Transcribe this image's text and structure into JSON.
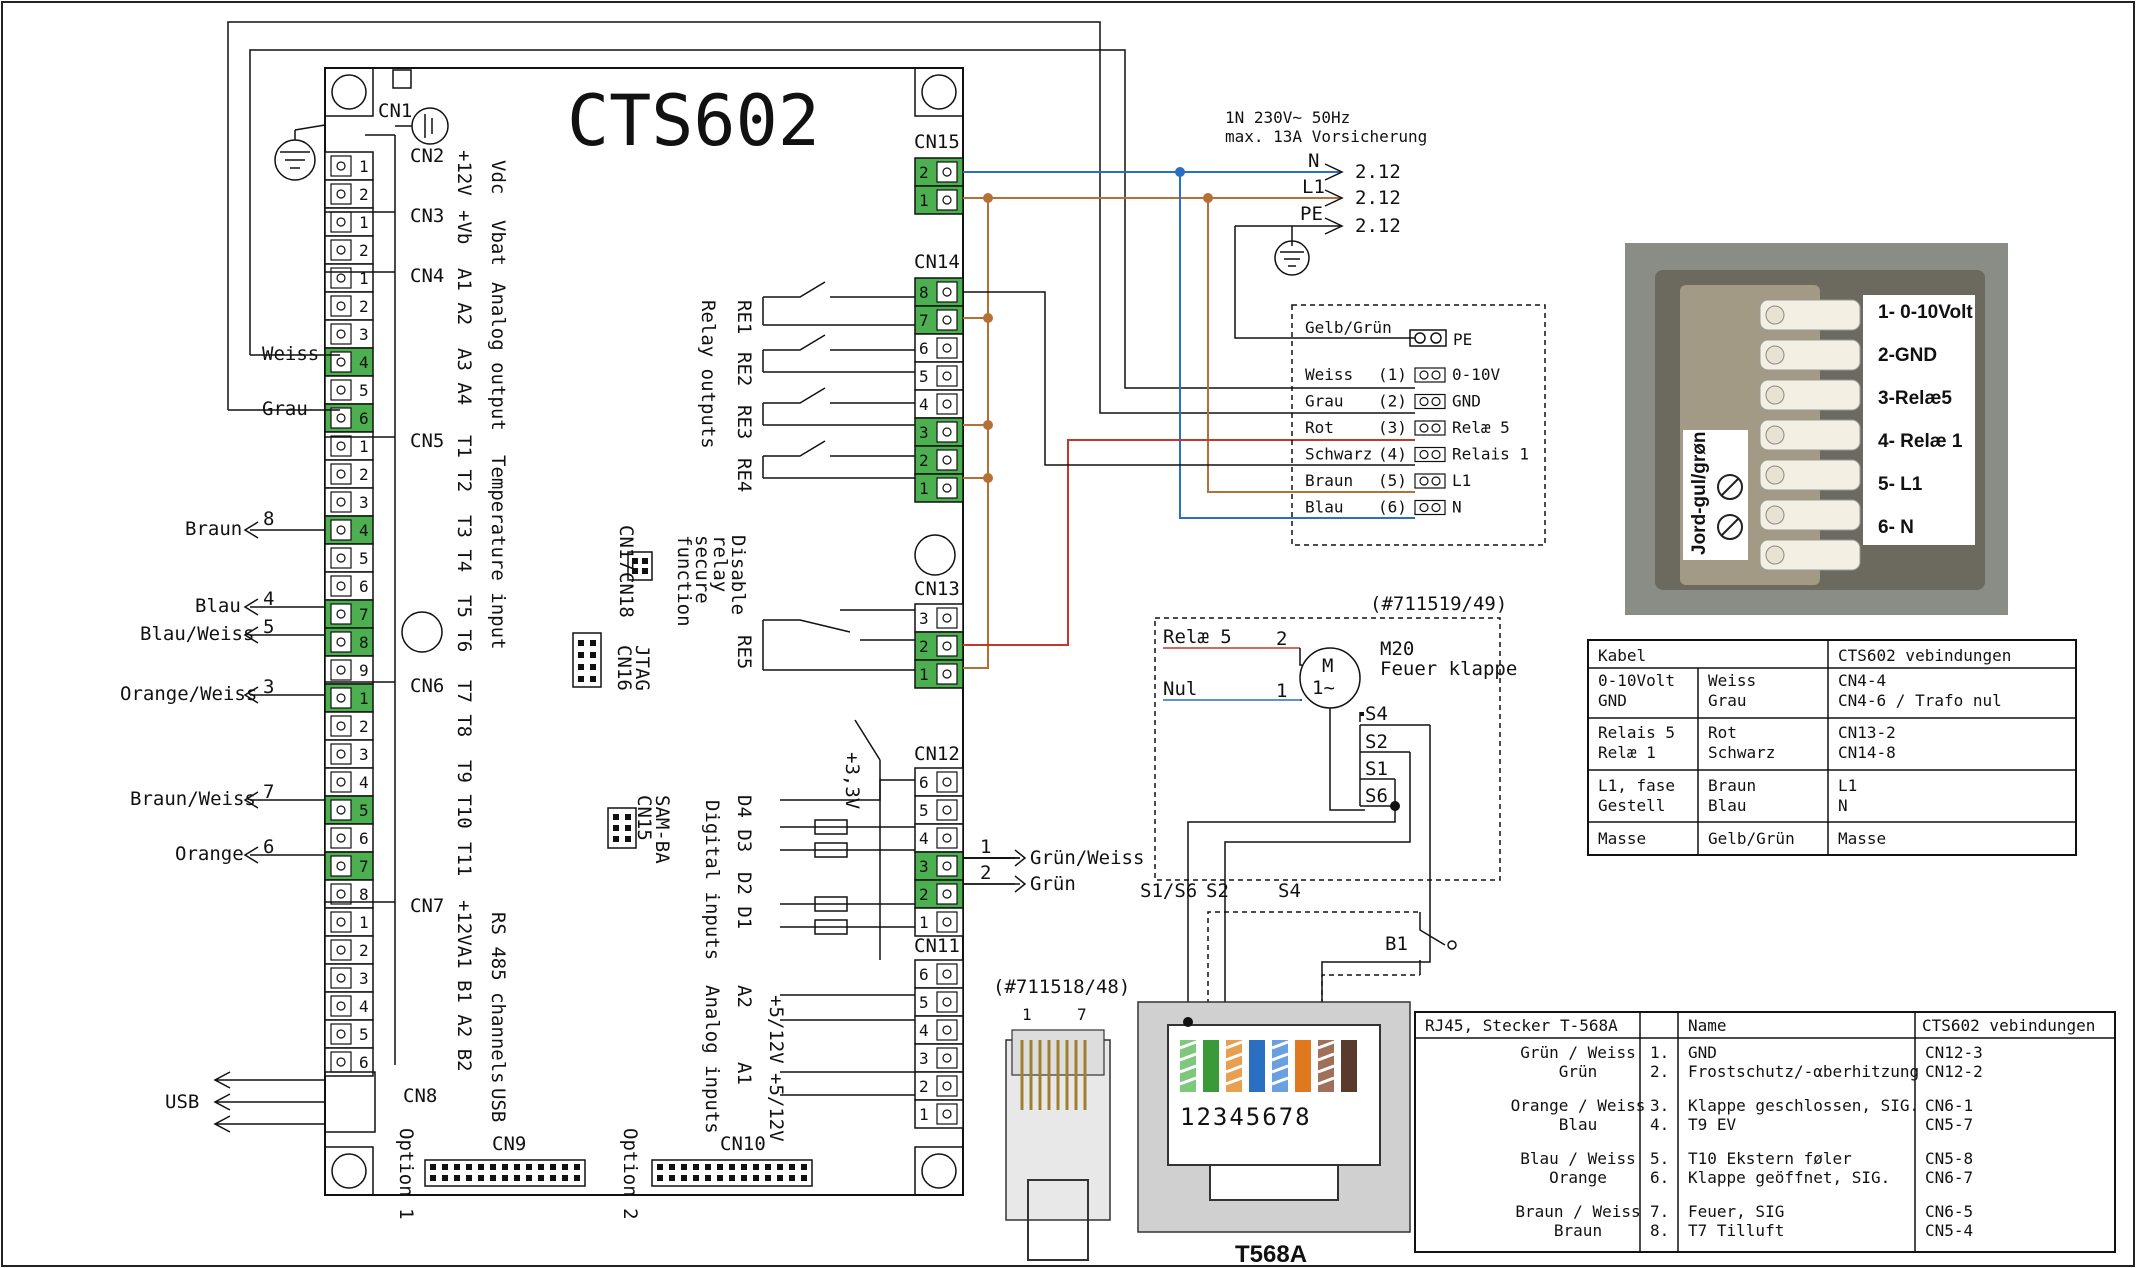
{
  "board": {
    "title": "CTS602",
    "connectors": {
      "cn1": "CN1",
      "cn2": "CN2",
      "cn3": "CN3",
      "cn4": "CN4",
      "cn5": "CN5",
      "cn6": "CN6",
      "cn7": "CN7",
      "cn8": "CN8",
      "cn9": "CN9",
      "cn10": "CN10",
      "cn11": "CN11",
      "cn12": "CN12",
      "cn13": "CN13",
      "cn14": "CN14",
      "cn15": "CN15",
      "cn15b": "CN15",
      "cn16": "CN16",
      "cn17": "CN17",
      "cn18": "CN18"
    },
    "groups": {
      "vdc": "Vdc",
      "vbat": "Vbat",
      "analog_output": "Analog output",
      "temperature_input": "Temperature input",
      "rs485": "RS 485 channels",
      "usb": "USB",
      "relay_outputs": "Relay outputs",
      "disable": "Disable",
      "relay": "relay",
      "secure": "secure",
      "function": "function",
      "jtag": "JTAG",
      "samba": "SAM-BA",
      "digital_inputs": "Digital inputs",
      "analog_inputs": "Analog inputs",
      "option1": "Option 1",
      "option2": "Option 2"
    },
    "pin_labels": {
      "p12v": "+12V",
      "pvb": "+Vb",
      "a1a2": "A1 A2",
      "a3a4": "A3 A4",
      "t1t2": "T1 T2",
      "t3t4": "T3 T4",
      "t5t6": "T5 T6",
      "t7t8": "T7 T8",
      "t9t10": "T9 T10",
      "t11": "T11",
      "rs485pins": "+12VA1 B1 A2 B2",
      "p33v": "+3,3V",
      "d4d3": "D4 D3",
      "d2d1": "D2 D1",
      "a2": "A2",
      "a1": "A1",
      "p512v": "+5/12V",
      "p512v_b": "+5/12V",
      "re1": "RE1",
      "re2": "RE2",
      "re3": "RE3",
      "re4": "RE4",
      "re5": "RE5"
    },
    "pin_numbers": {
      "n1": "1",
      "n2": "2",
      "n3": "3",
      "n4": "4",
      "n5": "5",
      "n6": "6",
      "n7": "7",
      "n8": "8",
      "n9": "9"
    }
  },
  "left_wires": {
    "weiss": "Weiss",
    "grau": "Grau",
    "braun": "Braun",
    "braun_num": "8",
    "blau": "Blau",
    "blau_num": "4",
    "blau_weiss": "Blau/Weiss",
    "blau_weiss_num": "5",
    "orange_weiss": "Orange/Weiss",
    "orange_weiss_num": "3",
    "braun_weiss": "Braun/Weiss",
    "braun_weiss_num": "7",
    "orange": "Orange",
    "orange_num": "6",
    "usb": "USB"
  },
  "power": {
    "line1": "1N 230V~ 50Hz",
    "line2": "max. 13A Vorsicherung",
    "n": "N",
    "l1": "L1",
    "pe": "PE",
    "ref_n": "2.12",
    "ref_l1": "2.12",
    "ref_pe": "2.12"
  },
  "terminal_box": {
    "gelb_gruen": "Gelb/Grün",
    "pe": "PE",
    "rows": [
      {
        "color": "Weiss",
        "num": "(1)",
        "signal": "0-10V"
      },
      {
        "color": "Grau",
        "num": "(2)",
        "signal": "GND"
      },
      {
        "color": "Rot",
        "num": "(3)",
        "signal": "Relæ 5"
      },
      {
        "color": "Schwarz",
        "num": "(4)",
        "signal": "Relais 1"
      },
      {
        "color": "Braun",
        "num": "(5)",
        "signal": "L1"
      },
      {
        "color": "Blau",
        "num": "(6)",
        "signal": "N"
      }
    ]
  },
  "cn12_outputs": {
    "num1": "1",
    "label1": "Grün/Weiss",
    "num2": "2",
    "label2": "Grün"
  },
  "photo": {
    "items": [
      "1- 0-10Volt",
      "2-GND",
      "3-Relæ5",
      "4- Relæ 1",
      "5- L1",
      "6- N"
    ],
    "side_label": "Jord-gul/grøn"
  },
  "motor_box": {
    "title": "(#711519/49)",
    "rele5": "Relæ 5",
    "nul": "Nul",
    "pin2": "2",
    "pin1": "1",
    "m": "M",
    "m_sub": "1~",
    "m20": "M20",
    "feuer": "Feuer klappe",
    "s4": "S4",
    "s2": "S2",
    "s1": "S1",
    "s6": "S6",
    "bottom_s1s6": "S1/S6",
    "bottom_s2": "S2",
    "bottom_s4": "S4",
    "b1": "B1"
  },
  "rj45_plug": {
    "title": "(#711518/48)",
    "pin1": "1",
    "pin7": "7"
  },
  "socket": {
    "label": "T568A",
    "pins": "12345678"
  },
  "kabel_table": {
    "headers": [
      "Kabel",
      "",
      "CTS602 vebindungen"
    ],
    "rows": [
      [
        "0-10Volt",
        "Weiss",
        "CN4-4"
      ],
      [
        "GND",
        "Grau",
        "CN4-6 / Trafo nul"
      ],
      [
        "Relais 5",
        "Rot",
        "CN13-2"
      ],
      [
        "Relæ 1",
        "Schwarz",
        "CN14-8"
      ],
      [
        "L1, fase",
        "Braun",
        "L1"
      ],
      [
        "Gestell",
        "Blau",
        "N"
      ],
      [
        "Masse",
        "Gelb/Grün",
        "Masse"
      ]
    ]
  },
  "rj45_table": {
    "headers": [
      "RJ45, Stecker",
      "T-568A",
      "Name",
      "CTS602 vebindungen"
    ],
    "rows": [
      [
        "Grün / Weiss",
        "1.",
        "GND",
        "CN12-3"
      ],
      [
        "Grün",
        "2.",
        "Frostschutz/-αberhitzung",
        "CN12-2"
      ],
      [
        "Orange / Weiss",
        "3.",
        "Klappe geschlossen, SIG.",
        "CN6-1"
      ],
      [
        "Blau",
        "4.",
        "T9 EV",
        "CN5-7"
      ],
      [
        "Blau / Weiss",
        "5.",
        "T10 Ekstern føler",
        "CN5-8"
      ],
      [
        "Orange",
        "6.",
        "Klappe geöffnet, SIG.",
        "CN6-7"
      ],
      [
        "Braun / Weiss",
        "7.",
        "Feuer, SIG",
        "CN6-5"
      ],
      [
        "Braun",
        "8.",
        "T7 Tilluft",
        "CN5-4"
      ]
    ]
  }
}
